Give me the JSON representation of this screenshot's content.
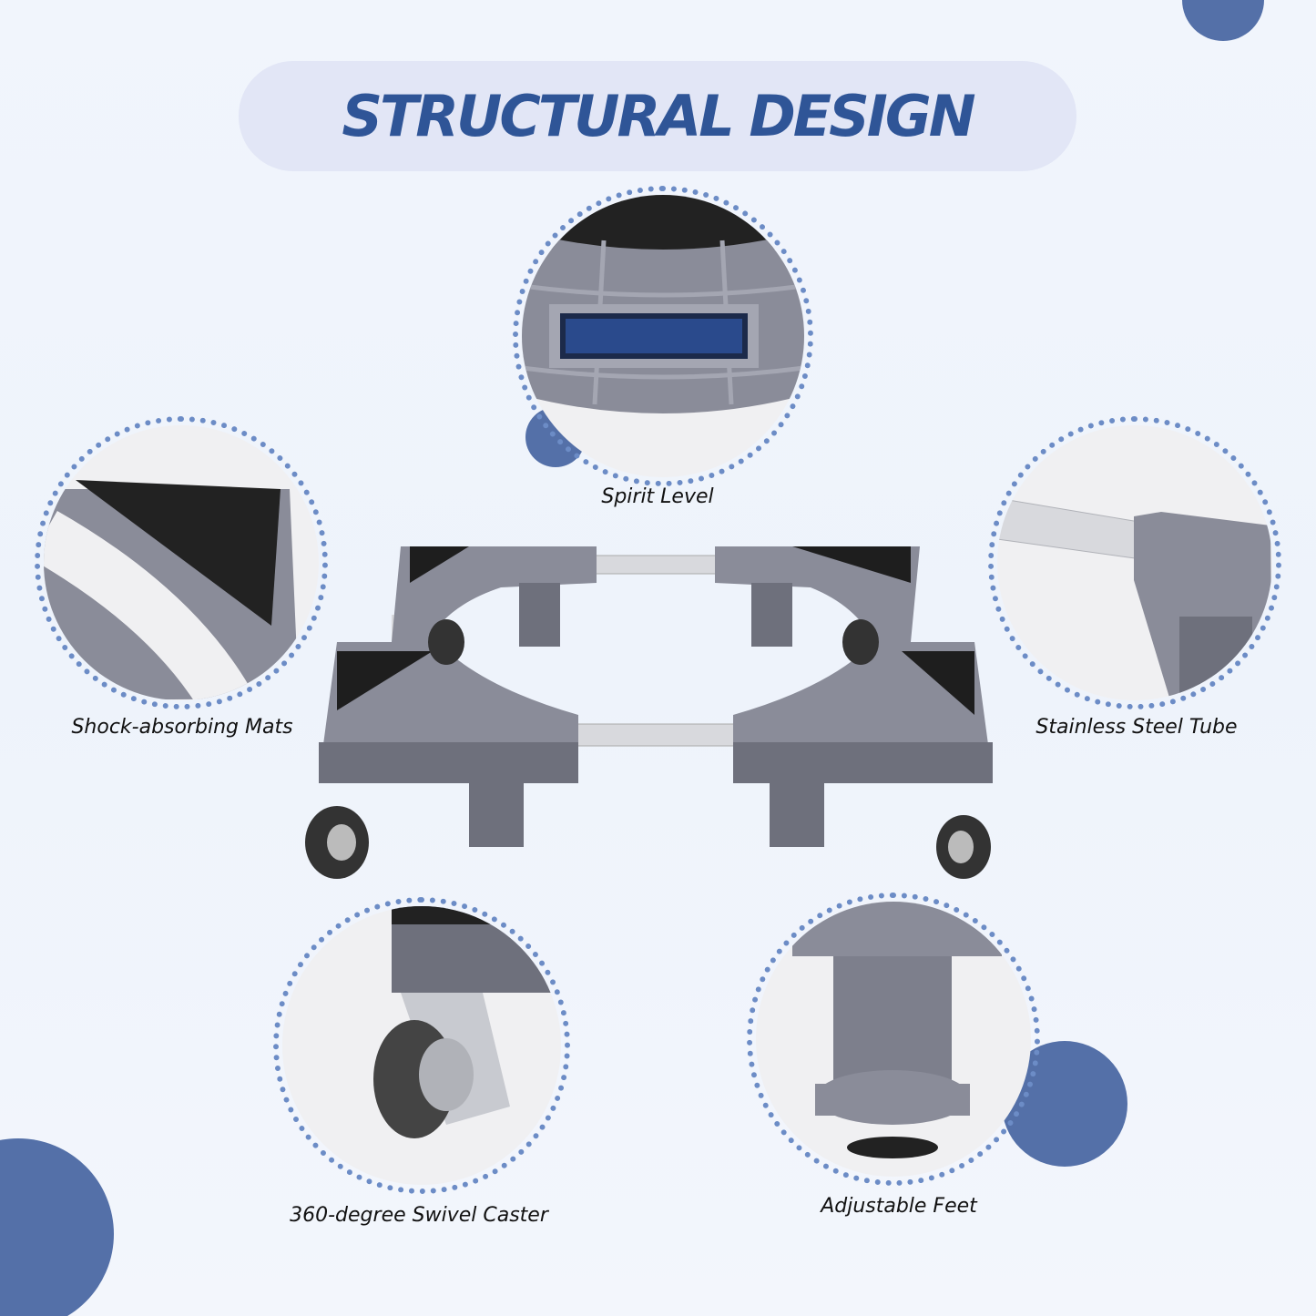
{
  "title": "STRUCTURAL DESIGN",
  "colors": {
    "accent": "#2f5597",
    "dots": "#6c8cc6",
    "blob": "#5470a8",
    "plastic": "#7d7f8c",
    "mat": "#1e1e1e"
  },
  "features": [
    {
      "label": "Spirit Level",
      "icon": "spirit-level"
    },
    {
      "label": "Shock-absorbing Mats",
      "icon": "mat"
    },
    {
      "label": "Stainless Steel Tube",
      "icon": "tube"
    },
    {
      "label": "360-degree Swivel Caster",
      "icon": "caster"
    },
    {
      "label": "Adjustable Feet",
      "icon": "foot"
    }
  ]
}
